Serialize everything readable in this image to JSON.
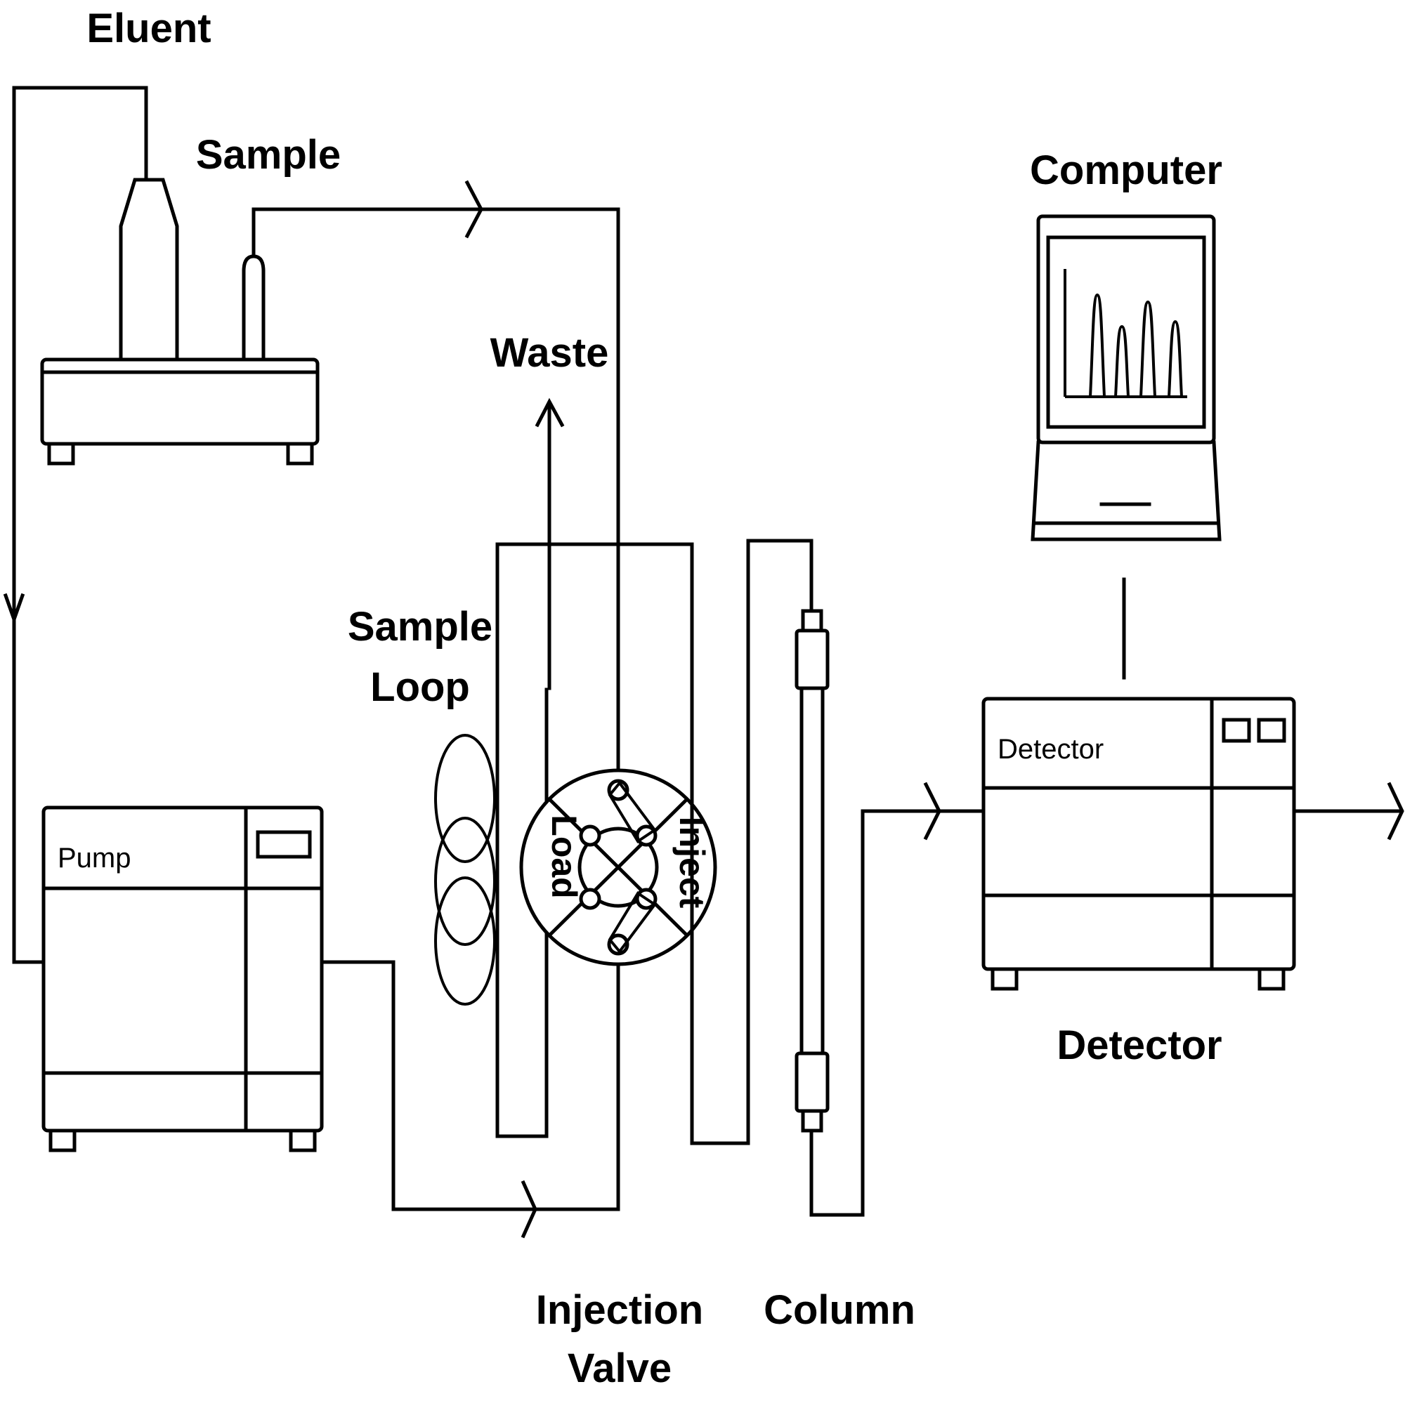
{
  "labels": {
    "eluent": "Eluent",
    "sample": "Sample",
    "waste": "Waste",
    "computer": "Computer",
    "sample_loop_line1": "Sample",
    "sample_loop_line2": "Loop",
    "pump_panel": "Pump",
    "detector_panel": "Detector",
    "detector": "Detector",
    "load": "Load",
    "inject": "Inject",
    "injection_valve_line1": "Injection",
    "injection_valve_line2": "Valve",
    "column": "Column"
  },
  "colors": {
    "line": "#000000",
    "background": "#ffffff"
  },
  "icons": [
    "flow-arrow-icon",
    "chromatogram-peaks-icon"
  ]
}
